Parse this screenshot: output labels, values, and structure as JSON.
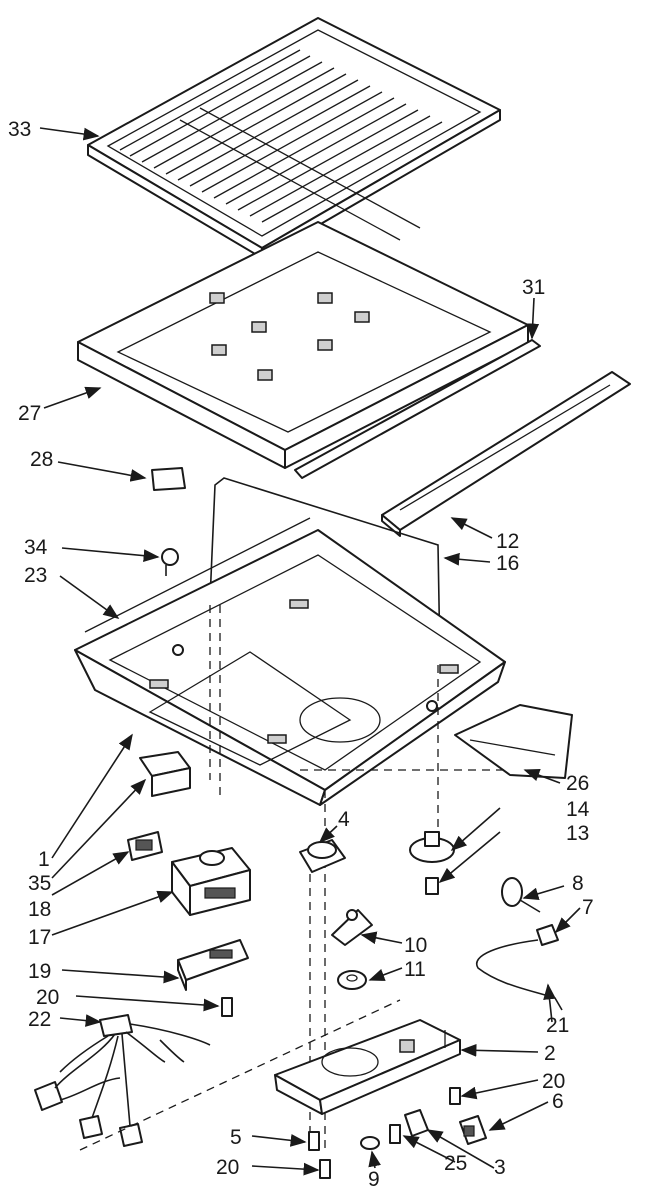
{
  "labels": {
    "p33": "33",
    "p31": "31",
    "p27": "27",
    "p28": "28",
    "p12": "12",
    "p34": "34",
    "p16": "16",
    "p23": "23",
    "p26": "26",
    "p4": "4",
    "p14": "14",
    "p1": "1",
    "p13": "13",
    "p35": "35",
    "p18": "18",
    "p8": "8",
    "p17": "17",
    "p7": "7",
    "p10": "10",
    "p19": "19",
    "p11": "11",
    "p21": "21",
    "p20a": "20",
    "p22": "22",
    "p2": "2",
    "p20b": "20",
    "p6": "6",
    "p5": "5",
    "p25": "25",
    "p3": "3",
    "p20c": "20",
    "p9": "9"
  }
}
